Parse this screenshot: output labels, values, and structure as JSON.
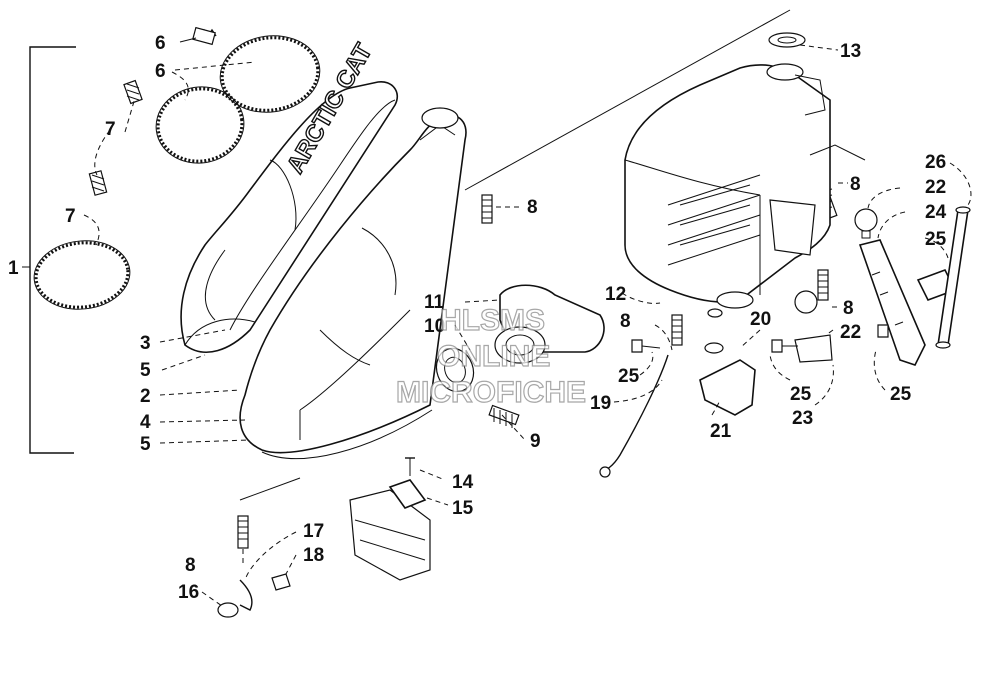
{
  "diagram": {
    "callouts": [
      {
        "id": "c1",
        "label": "1"
      },
      {
        "id": "c2",
        "label": "2"
      },
      {
        "id": "c3",
        "label": "3"
      },
      {
        "id": "c4",
        "label": "4"
      },
      {
        "id": "c5a",
        "label": "5"
      },
      {
        "id": "c5b",
        "label": "5"
      },
      {
        "id": "c6a",
        "label": "6"
      },
      {
        "id": "c6b",
        "label": "6"
      },
      {
        "id": "c7a",
        "label": "7"
      },
      {
        "id": "c7b",
        "label": "7"
      },
      {
        "id": "c8a",
        "label": "8"
      },
      {
        "id": "c8b",
        "label": "8"
      },
      {
        "id": "c8c",
        "label": "8"
      },
      {
        "id": "c8d",
        "label": "8"
      },
      {
        "id": "c8e",
        "label": "8"
      },
      {
        "id": "c9",
        "label": "9"
      },
      {
        "id": "c10",
        "label": "10"
      },
      {
        "id": "c11",
        "label": "11"
      },
      {
        "id": "c12",
        "label": "12"
      },
      {
        "id": "c13",
        "label": "13"
      },
      {
        "id": "c14",
        "label": "14"
      },
      {
        "id": "c15",
        "label": "15"
      },
      {
        "id": "c16",
        "label": "16"
      },
      {
        "id": "c17",
        "label": "17"
      },
      {
        "id": "c18",
        "label": "18"
      },
      {
        "id": "c19",
        "label": "19"
      },
      {
        "id": "c20",
        "label": "20"
      },
      {
        "id": "c21",
        "label": "21"
      },
      {
        "id": "c22a",
        "label": "22"
      },
      {
        "id": "c22b",
        "label": "22"
      },
      {
        "id": "c23",
        "label": "23"
      },
      {
        "id": "c24",
        "label": "24"
      },
      {
        "id": "c25a",
        "label": "25"
      },
      {
        "id": "c25b",
        "label": "25"
      },
      {
        "id": "c25c",
        "label": "25"
      },
      {
        "id": "c25d",
        "label": "25"
      },
      {
        "id": "c26",
        "label": "26"
      }
    ],
    "brand_text": "ARCTIC CAT",
    "watermark": [
      "HLSMS",
      "ONLINE",
      "MICROFICHE"
    ]
  }
}
